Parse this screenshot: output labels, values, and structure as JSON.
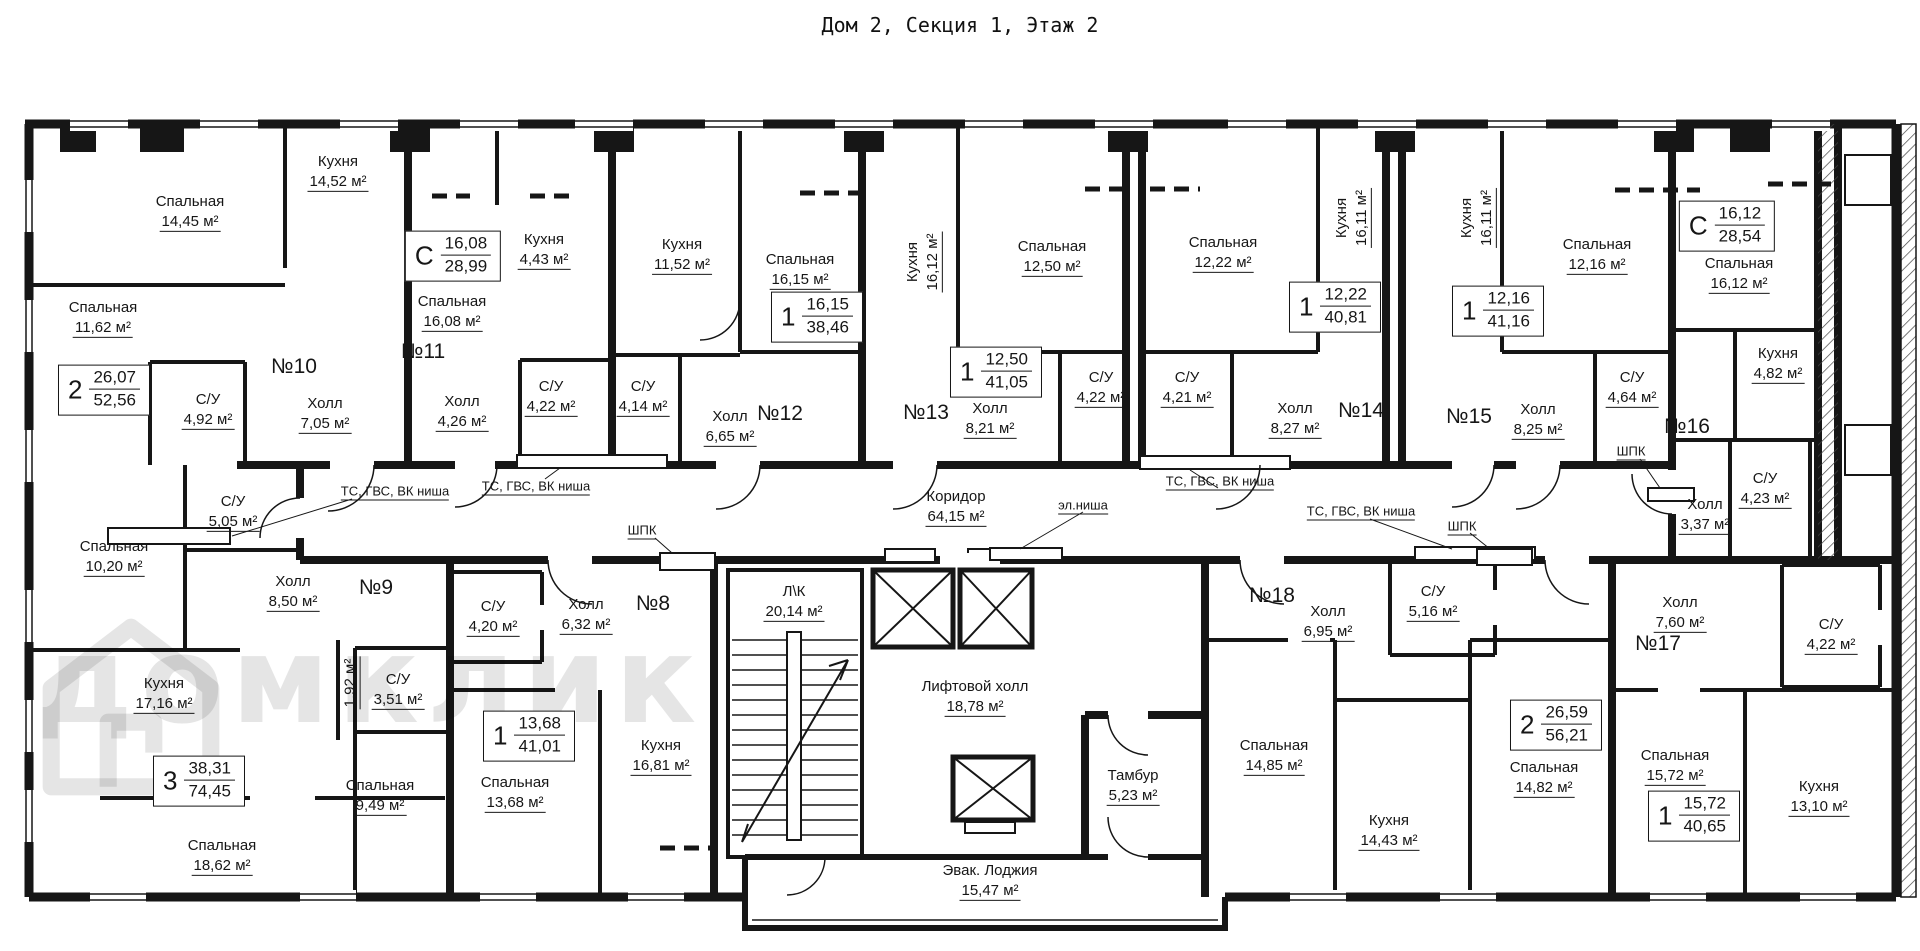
{
  "title": "Дом 2, Секция 1, Этаж 2",
  "watermark": "домклик",
  "unit": "м²",
  "rooms": [
    {
      "id": "r10_bed1",
      "name": "Спальная",
      "area": "14,45"
    },
    {
      "id": "r10_kit",
      "name": "Кухня",
      "area": "14,52"
    },
    {
      "id": "r10_bed2",
      "name": "Спальная",
      "area": "11,62"
    },
    {
      "id": "r10_su",
      "name": "С/У",
      "area": "4,92"
    },
    {
      "id": "r10_hall",
      "name": "Холл",
      "area": "7,05"
    },
    {
      "id": "r11_kit",
      "name": "Кухня",
      "area": "4,43"
    },
    {
      "id": "r11_bed",
      "name": "Спальная",
      "area": "16,08"
    },
    {
      "id": "r11_hall",
      "name": "Холл",
      "area": "4,26"
    },
    {
      "id": "r11_su",
      "name": "С/У",
      "area": "4,22"
    },
    {
      "id": "r12_kit",
      "name": "Кухня",
      "area": "11,52"
    },
    {
      "id": "r12_bed",
      "name": "Спальная",
      "area": "16,15"
    },
    {
      "id": "r12_su",
      "name": "С/У",
      "area": "4,14"
    },
    {
      "id": "r12_hall",
      "name": "Холл",
      "area": "6,65"
    },
    {
      "id": "r13_kit",
      "name": "Кухня",
      "area": "16,12"
    },
    {
      "id": "r13_bed",
      "name": "Спальная",
      "area": "12,50"
    },
    {
      "id": "r13_hall",
      "name": "Холл",
      "area": "8,21"
    },
    {
      "id": "r13_su",
      "name": "С/У",
      "area": "4,22"
    },
    {
      "id": "r14_bed",
      "name": "Спальная",
      "area": "12,22"
    },
    {
      "id": "r14_su",
      "name": "С/У",
      "area": "4,21"
    },
    {
      "id": "r14_kit",
      "name": "Кухня",
      "area": "16,11"
    },
    {
      "id": "r14_hall",
      "name": "Холл",
      "area": "8,27"
    },
    {
      "id": "r15_kit",
      "name": "Кухня",
      "area": "16,11"
    },
    {
      "id": "r15_bed",
      "name": "Спальная",
      "area": "12,16"
    },
    {
      "id": "r15_hall",
      "name": "Холл",
      "area": "8,25"
    },
    {
      "id": "r15_su",
      "name": "С/У",
      "area": "4,64"
    },
    {
      "id": "r16_bed",
      "name": "Спальная",
      "area": "16,12"
    },
    {
      "id": "r16_kit",
      "name": "Кухня",
      "area": "4,82"
    },
    {
      "id": "r16_su",
      "name": "С/У",
      "area": "4,23"
    },
    {
      "id": "r16_hall",
      "name": "Холл",
      "area": "3,37"
    },
    {
      "id": "r9_su1",
      "name": "С/У",
      "area": "5,05"
    },
    {
      "id": "r9_bed1",
      "name": "Спальная",
      "area": "10,20"
    },
    {
      "id": "r9_hall",
      "name": "Холл",
      "area": "8,50"
    },
    {
      "id": "r9_kit",
      "name": "Кухня",
      "area": "17,16"
    },
    {
      "id": "r9_niche",
      "name": "",
      "area": "1,92"
    },
    {
      "id": "r9_su2",
      "name": "С/У",
      "area": "3,51"
    },
    {
      "id": "r9_bed3",
      "name": "Спальная",
      "area": "9,49"
    },
    {
      "id": "r9_bed2",
      "name": "Спальная",
      "area": "18,62"
    },
    {
      "id": "r8_su",
      "name": "С/У",
      "area": "4,20"
    },
    {
      "id": "r8_hall",
      "name": "Холл",
      "area": "6,32"
    },
    {
      "id": "r8_bed",
      "name": "Спальная",
      "area": "13,68"
    },
    {
      "id": "r8_kit",
      "name": "Кухня",
      "area": "16,81"
    },
    {
      "id": "c_stairs",
      "name": "Л\\К",
      "area": "20,14"
    },
    {
      "id": "c_lift",
      "name": "Лифтовой холл",
      "area": "18,78"
    },
    {
      "id": "c_corridor",
      "name": "Коридор",
      "area": "64,15"
    },
    {
      "id": "c_tambur",
      "name": "Тамбур",
      "area": "5,23"
    },
    {
      "id": "c_lodzhia",
      "name": "Эвак. Лоджия",
      "area": "15,47"
    },
    {
      "id": "r18_hall",
      "name": "Холл",
      "area": "6,95"
    },
    {
      "id": "r18_su",
      "name": "С/У",
      "area": "5,16"
    },
    {
      "id": "r18_bed1",
      "name": "Спальная",
      "area": "14,85"
    },
    {
      "id": "r18_kit",
      "name": "Кухня",
      "area": "14,43"
    },
    {
      "id": "r18_bed2",
      "name": "Спальная",
      "area": "14,82"
    },
    {
      "id": "r17_hall",
      "name": "Холл",
      "area": "7,60"
    },
    {
      "id": "r17_su",
      "name": "С/У",
      "area": "4,22"
    },
    {
      "id": "r17_bed",
      "name": "Спальная",
      "area": "15,72"
    },
    {
      "id": "r17_kit",
      "name": "Кухня",
      "area": "13,10"
    }
  ],
  "numbers": [
    {
      "id": "n10",
      "text": "№10"
    },
    {
      "id": "n11",
      "text": "№11"
    },
    {
      "id": "n12",
      "text": "№12"
    },
    {
      "id": "n13",
      "text": "№13"
    },
    {
      "id": "n14",
      "text": "№14"
    },
    {
      "id": "n15",
      "text": "№15"
    },
    {
      "id": "n16",
      "text": "№16"
    },
    {
      "id": "n9",
      "text": "№9"
    },
    {
      "id": "n8",
      "text": "№8"
    },
    {
      "id": "n18",
      "text": "№18"
    },
    {
      "id": "n17",
      "text": "№17"
    }
  ],
  "badges": [
    {
      "id": "b10",
      "type": "2",
      "upper": "26,07",
      "lower": "52,56"
    },
    {
      "id": "b11",
      "type": "С",
      "upper": "16,08",
      "lower": "28,99"
    },
    {
      "id": "b12",
      "type": "1",
      "upper": "16,15",
      "lower": "38,46"
    },
    {
      "id": "b13",
      "type": "1",
      "upper": "12,50",
      "lower": "41,05"
    },
    {
      "id": "b14",
      "type": "1",
      "upper": "12,22",
      "lower": "40,81"
    },
    {
      "id": "b15",
      "type": "1",
      "upper": "12,16",
      "lower": "41,16"
    },
    {
      "id": "b16",
      "type": "С",
      "upper": "16,12",
      "lower": "28,54"
    },
    {
      "id": "b9",
      "type": "3",
      "upper": "38,31",
      "lower": "74,45"
    },
    {
      "id": "b8",
      "type": "1",
      "upper": "13,68",
      "lower": "41,01"
    },
    {
      "id": "b18",
      "type": "2",
      "upper": "26,59",
      "lower": "56,21"
    },
    {
      "id": "b17",
      "type": "1",
      "upper": "15,72",
      "lower": "40,65"
    }
  ],
  "notes": [
    {
      "id": "t1",
      "text": "ТС, ГВС, ВК ниша"
    },
    {
      "id": "t2",
      "text": "ТС, ГВС, ВК ниша"
    },
    {
      "id": "t3",
      "text": "ТС, ГВС, ВК ниша"
    },
    {
      "id": "t4",
      "text": "ТС, ГВС, ВК ниша"
    },
    {
      "id": "t5",
      "text": "эл.ниша"
    },
    {
      "id": "t6",
      "text": "ШПК"
    },
    {
      "id": "t7",
      "text": "ШПК"
    },
    {
      "id": "t8",
      "text": "ШПК"
    }
  ]
}
